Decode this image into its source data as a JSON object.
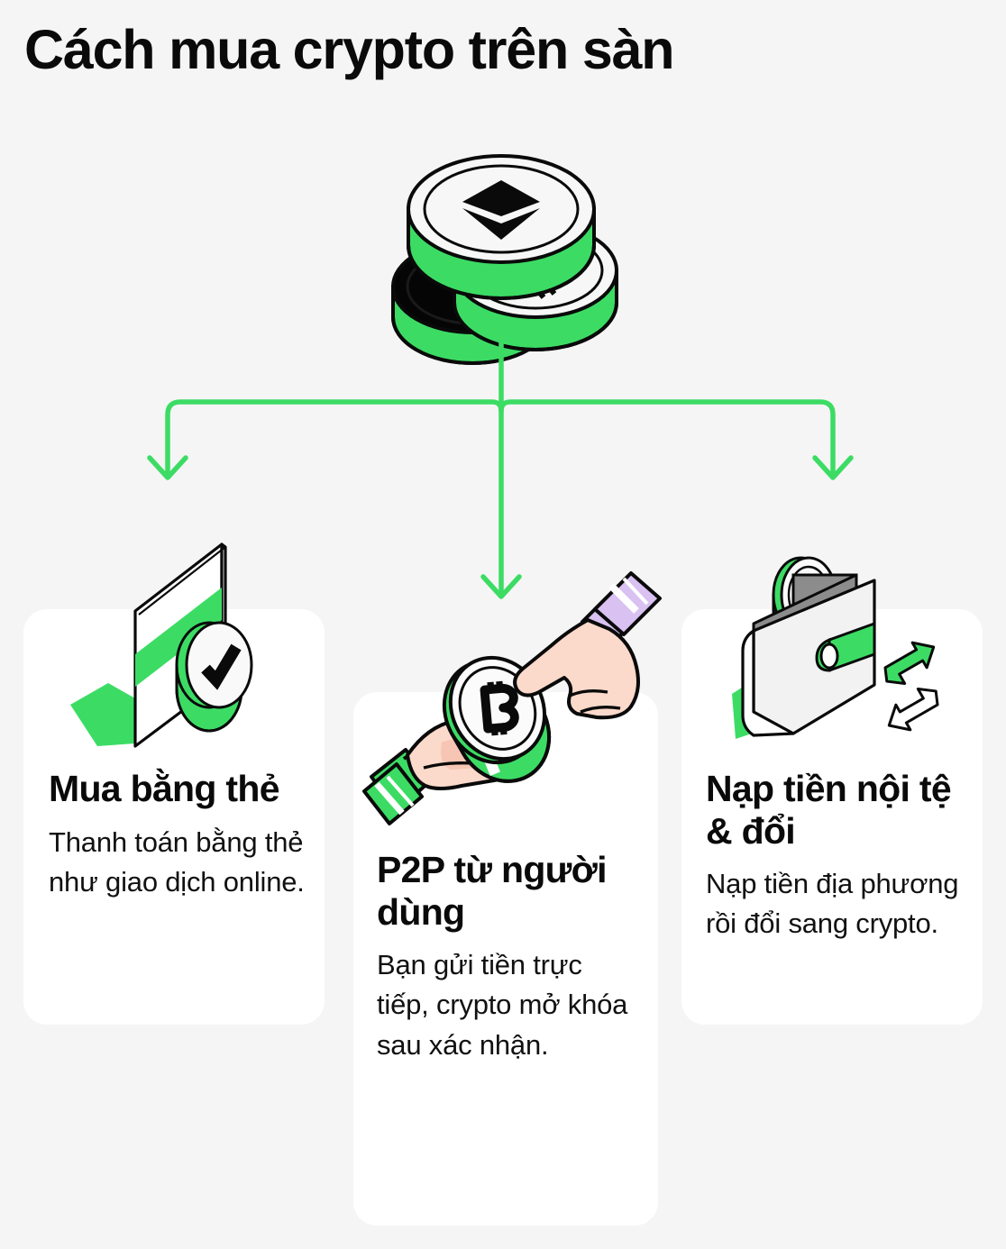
{
  "page": {
    "title": "Cách mua crypto trên sàn",
    "background_color": "#f5f5f5",
    "accent_color": "#3cdc64",
    "card_color": "#ffffff",
    "text_color": "#0a0a0a",
    "purple_color": "#d9c1f2",
    "skin_color": "#fbd9cb"
  },
  "hero": {
    "name": "stacked-crypto-coins",
    "coins": [
      {
        "symbol": "ETH",
        "label": "Ethereum coin",
        "face": "#f7f7f7",
        "edge": "#3cdc64"
      },
      {
        "symbol": "BTC",
        "label": "Bitcoin coin",
        "face": "#f7f7f7",
        "edge": "#3cdc64"
      },
      {
        "symbol": "",
        "label": "Dark coin",
        "face": "#050505",
        "edge": "#3cdc64"
      }
    ]
  },
  "connectors": {
    "name": "branching-arrows",
    "count": 3,
    "color": "#3cdc64",
    "directions": [
      "left",
      "down",
      "right"
    ]
  },
  "cards": [
    {
      "id": "buy-with-card",
      "title": "Mua bằng thẻ",
      "description": "Thanh toán bằng thẻ như giao dịch online.",
      "illustration": "credit-card-with-check"
    },
    {
      "id": "p2p-from-users",
      "title": "P2P từ người dùng",
      "description": "Bạn gửi tiền trực tiếp, crypto mở khóa sau xác nhận.",
      "illustration": "two-hands-exchanging-bitcoin"
    },
    {
      "id": "deposit-local-currency",
      "title": "Nạp tiền nội tệ & đổi",
      "description": "Nạp tiền địa phương rồi đổi sang crypto.",
      "illustration": "wallet-with-bitcoin-and-swap-arrows"
    }
  ]
}
